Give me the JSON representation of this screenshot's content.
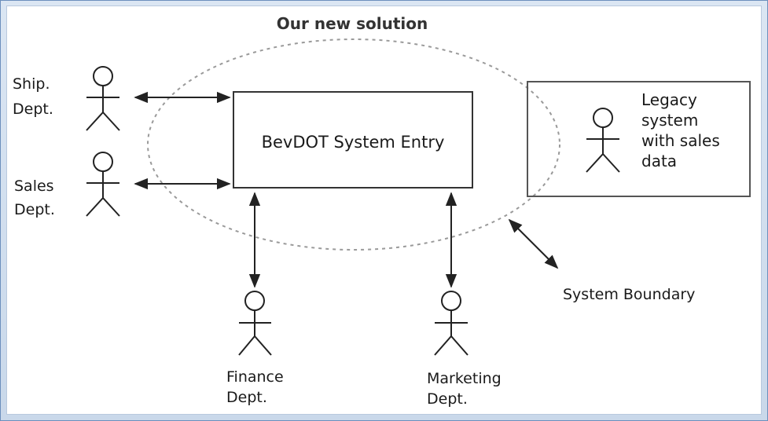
{
  "title": "Our new solution",
  "central_box": {
    "label": "BevDOT System Entry"
  },
  "legacy_box": {
    "lines": [
      "Legacy",
      "system",
      "with sales",
      "data"
    ]
  },
  "actors": {
    "ship": [
      "Ship.",
      "Dept."
    ],
    "sales": [
      "Sales",
      "Dept."
    ],
    "finance": [
      "Finance",
      "Dept."
    ],
    "marketing": [
      "Marketing",
      "Dept."
    ]
  },
  "boundary_label": "System Boundary",
  "colors": {
    "line": "#222222",
    "boundary": "#9a9a9a",
    "frame": "#6c8fbd"
  }
}
